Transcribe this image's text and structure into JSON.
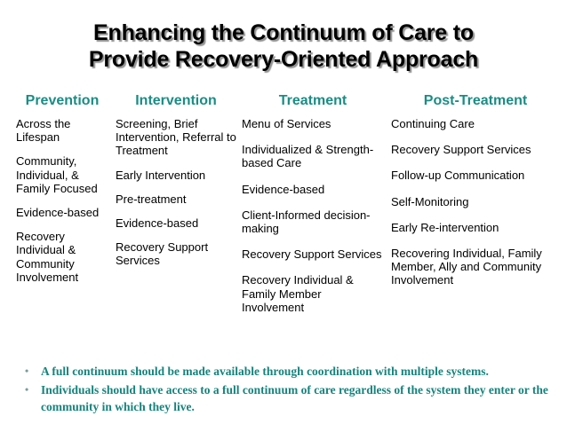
{
  "title": {
    "line1": "Enhancing the Continuum of Care to",
    "line2": "Provide Recovery-Oriented Approach"
  },
  "colors": {
    "header_teal": "#1a8d84",
    "bullet_teal": "#15837c",
    "title_black": "#000000",
    "background": "#ffffff"
  },
  "columns": [
    {
      "header": "Prevention",
      "items": [
        "Across the Lifespan",
        "Community, Individual, & Family Focused",
        "Evidence-based",
        "Recovery Individual & Community Involvement"
      ]
    },
    {
      "header": "Intervention",
      "items": [
        "Screening, Brief Intervention, Referral to Treatment",
        "Early Intervention",
        "Pre-treatment",
        "Evidence-based",
        "Recovery Support Services"
      ]
    },
    {
      "header": "Treatment",
      "items": [
        "Menu of Services",
        "Individualized & Strength-based Care",
        "Evidence-based",
        "Client-Informed decision-making",
        "Recovery Support Services",
        "Recovery Individual & Family Member Involvement"
      ]
    },
    {
      "header": "Post-Treatment",
      "items": [
        "Continuing Care",
        "Recovery Support Services",
        "Follow-up Communication",
        "Self-Monitoring",
        "Early Re-intervention",
        "Recovering Individual, Family Member, Ally and Community Involvement"
      ]
    }
  ],
  "bullets": {
    "marker": "•",
    "items": [
      "A full continuum should be made available through coordination with multiple systems.",
      "Individuals should have access to a full continuum of care regardless of the system they enter or the community in which they live."
    ]
  }
}
